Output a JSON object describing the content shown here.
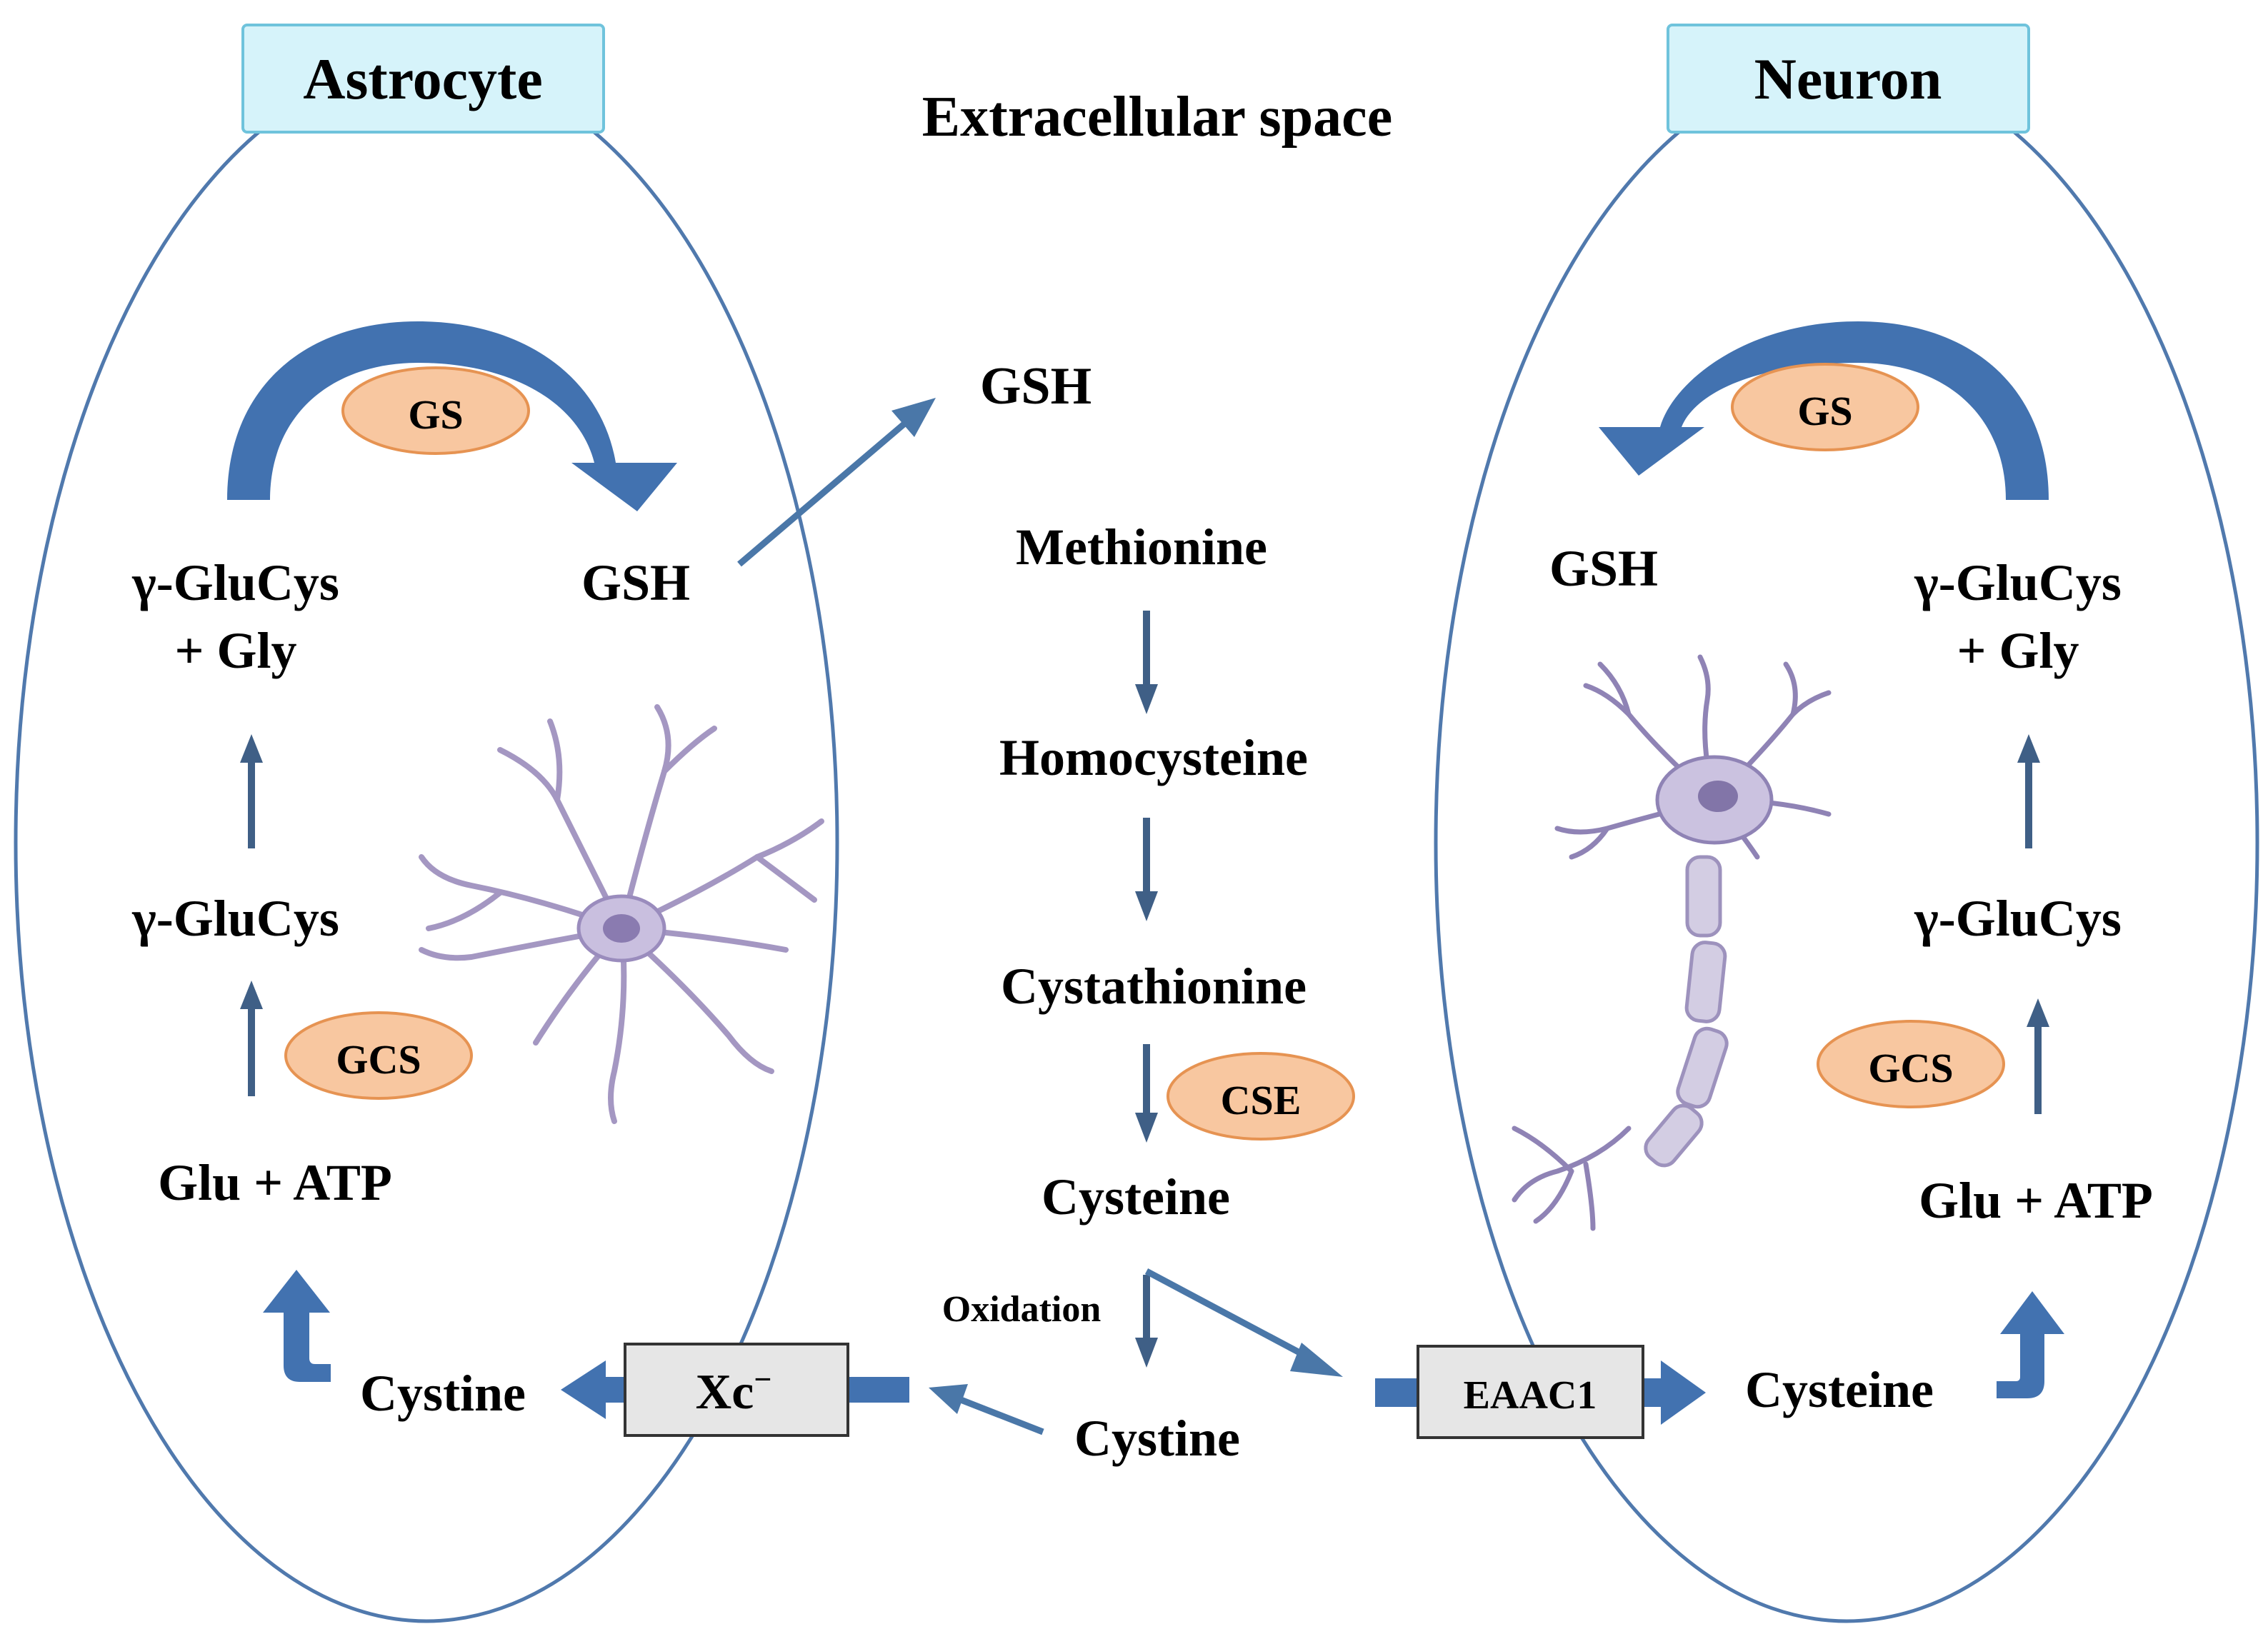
{
  "cells": {
    "astrocyte": {
      "title": "Astrocyte",
      "enzymes": {
        "gs": "GS",
        "gcs": "GCS"
      },
      "metabolites": {
        "gsh": "GSH",
        "gluCysGly_line1": "γ-GluCys",
        "gluCysGly_line2": "+ Gly",
        "gluCys": "γ-GluCys",
        "gluAtp": "Glu + ATP",
        "cystine": "Cystine"
      }
    },
    "neuron": {
      "title": "Neuron",
      "enzymes": {
        "gs": "GS",
        "gcs": "GCS"
      },
      "metabolites": {
        "gsh": "GSH",
        "gluCysGly_line1": "γ-GluCys",
        "gluCysGly_line2": "+ Gly",
        "gluCys": "γ-GluCys",
        "gluAtp": "Glu + ATP",
        "cysteine": "Cysteine"
      }
    }
  },
  "extracellular": {
    "title": "Extracellular space",
    "gsh": "GSH",
    "pathway": [
      "Methionine",
      "Homocysteine",
      "Cystathionine",
      "Cysteine"
    ],
    "cse": "CSE",
    "oxidation": "Oxidation",
    "cystine": "Cystine"
  },
  "transporters": {
    "xc": "Xc",
    "xc_superscript": "−",
    "eaac1": "EAAC1"
  },
  "colors": {
    "cell_outline": "#5079ad",
    "title_fill": "#d6f3fa",
    "enzyme_fill": "#f8c7a0",
    "arrow": "#4272b0"
  }
}
